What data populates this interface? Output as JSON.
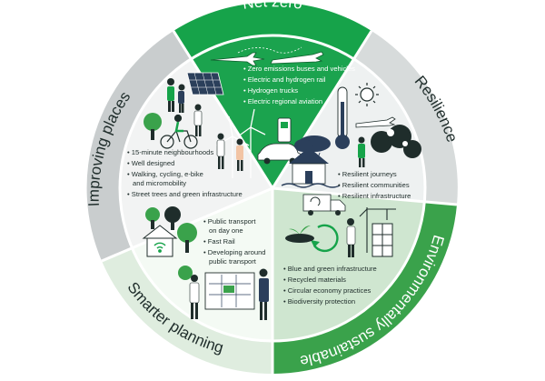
{
  "colors": {
    "net_zero": "#16a34a",
    "net_zero_inner": "#1ba34e",
    "resilience_ring": "#d7dbdb",
    "resilience_inner": "#eef1f1",
    "environment_ring": "#3aa24b",
    "environment_inner": "#cfe6d0",
    "smarter_ring": "#dfeddf",
    "smarter_inner": "#f4faf4",
    "improving_ring": "#c9cdce",
    "improving_inner": "#f2f3f3",
    "ink": "#1f2d2b"
  },
  "segments": {
    "net_zero": {
      "title": "Net zero",
      "bullets": [
        "Zero emissions buses and vehicles",
        "Electric and hydrogen rail",
        "Hydrogen trucks",
        "Electric regional aviation"
      ]
    },
    "resilience": {
      "title": "Resilience",
      "bullets": [
        "Resilient journeys",
        "Resilient communities",
        "Resilient infrastructure"
      ]
    },
    "environment": {
      "title": "Environmentally sustainable",
      "bullets": [
        "Blue and green infrastructure",
        "Recycled materials",
        "Circular economy practices",
        "Biodiversity protection"
      ]
    },
    "smarter": {
      "title": "Smarter planning",
      "bullets": [
        "Public transport",
        "on day one",
        "Fast Rail",
        "Developing around",
        "public transport"
      ]
    },
    "improving": {
      "title": "Improving places",
      "bullets": [
        "15-minute neighbourhoods",
        "Well designed",
        "Walking, cycling, e-bike",
        "and micromobility",
        "Street trees and green infrastructure"
      ]
    }
  }
}
